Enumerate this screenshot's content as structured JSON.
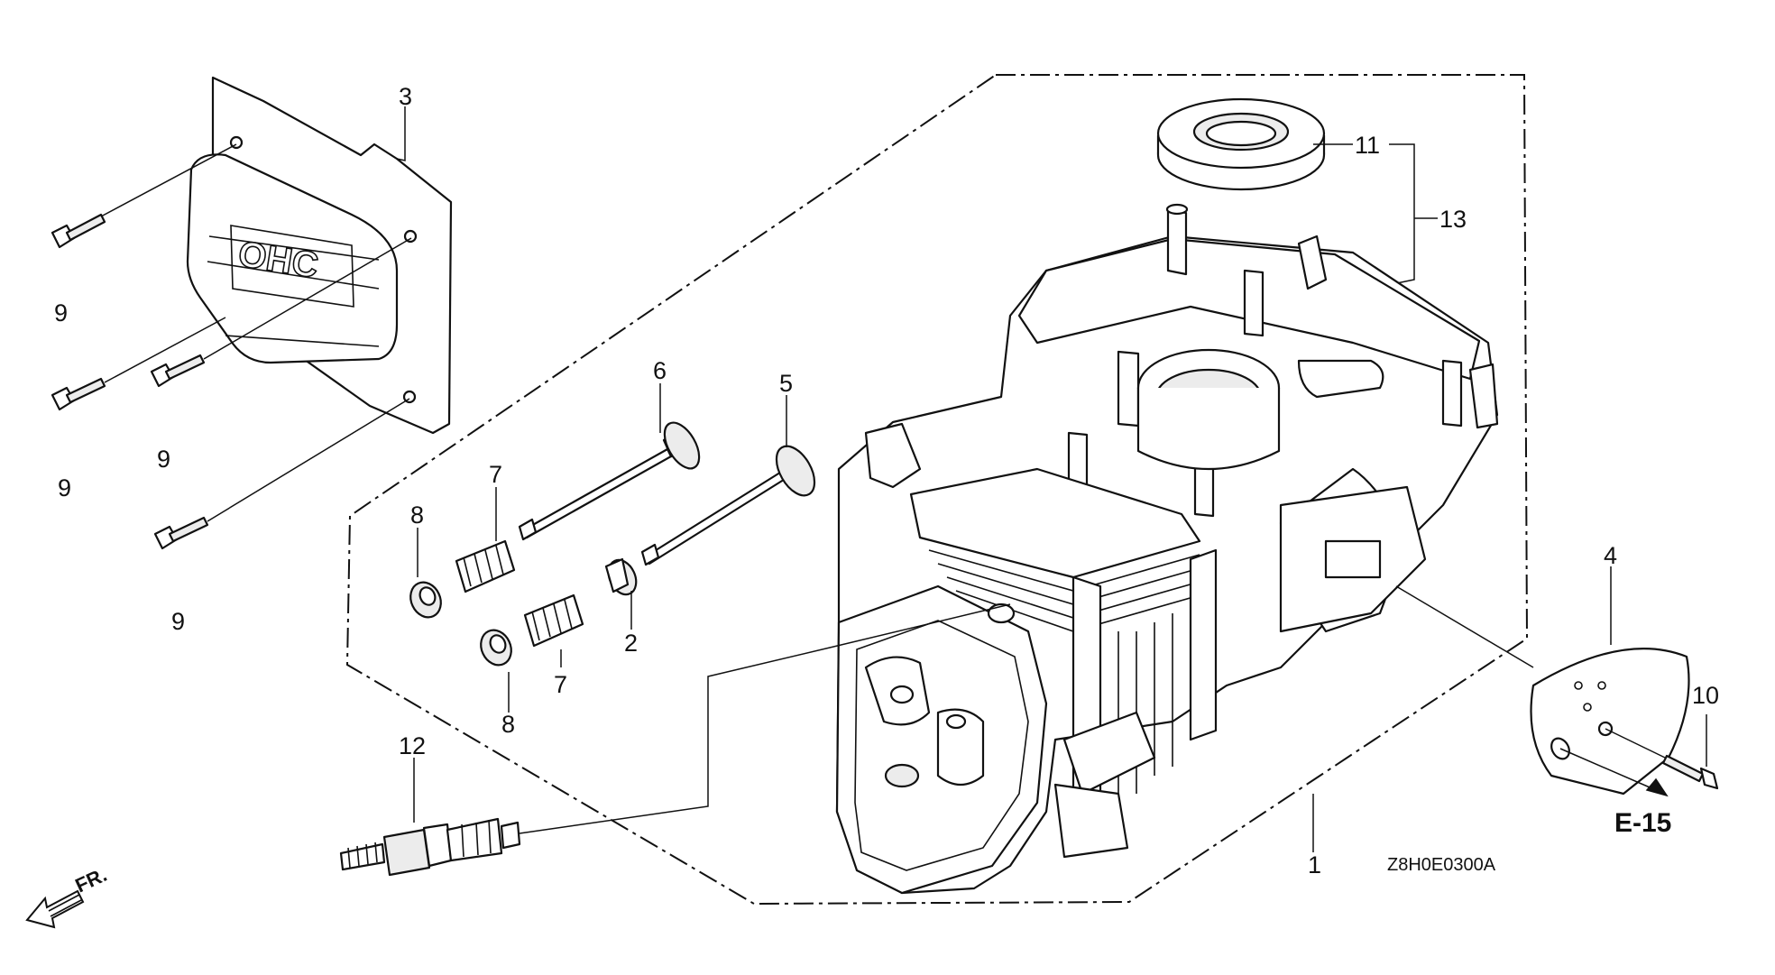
{
  "diagram": {
    "title": "",
    "drawing_code": "Z8H0E0300A",
    "reference": "E-15",
    "direction_label": "FR.",
    "cover_emblem_text": "OHC",
    "callouts": [
      {
        "id": "c1",
        "label": "1"
      },
      {
        "id": "c2",
        "label": "2"
      },
      {
        "id": "c3",
        "label": "3"
      },
      {
        "id": "c4",
        "label": "4"
      },
      {
        "id": "c5",
        "label": "5"
      },
      {
        "id": "c6",
        "label": "6"
      },
      {
        "id": "c7a",
        "label": "7"
      },
      {
        "id": "c7b",
        "label": "7"
      },
      {
        "id": "c8a",
        "label": "8"
      },
      {
        "id": "c8b",
        "label": "8"
      },
      {
        "id": "c9a",
        "label": "9"
      },
      {
        "id": "c9b",
        "label": "9"
      },
      {
        "id": "c9c",
        "label": "9"
      },
      {
        "id": "c9d",
        "label": "9"
      },
      {
        "id": "c10",
        "label": "10"
      },
      {
        "id": "c11",
        "label": "11"
      },
      {
        "id": "c12",
        "label": "12"
      },
      {
        "id": "c13",
        "label": "13"
      }
    ]
  }
}
